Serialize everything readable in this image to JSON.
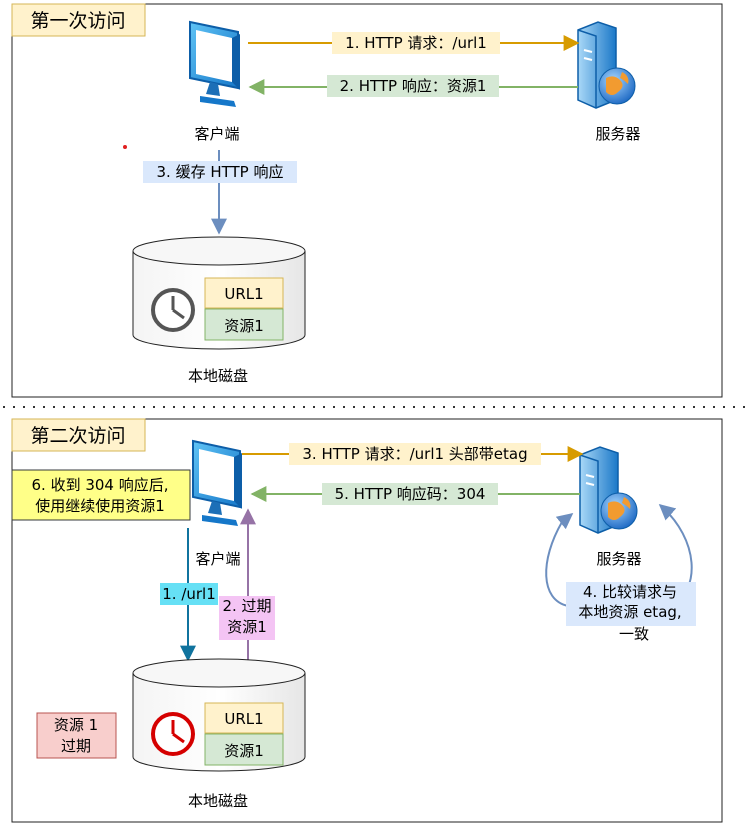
{
  "panel1": {
    "title": "第一次访问",
    "client": "客户端",
    "server": "服务器",
    "arrow_request": "1. HTTP 请求：/url1",
    "arrow_response": "2. HTTP 响应：资源1",
    "arrow_cache": "3. 缓存 HTTP 响应",
    "db_label": "本地磁盘",
    "db_row1": "URL1",
    "db_row2": "资源1"
  },
  "panel2": {
    "title": "第二次访问",
    "client": "客户端",
    "server": "服务器",
    "arrow_request": "3. HTTP 请求：/url1 头部带etag",
    "arrow_response": "5. HTTP 响应码：304",
    "arrow_lookup": "1. /url1",
    "arrow_expired_l1": "2. 过期",
    "arrow_expired_l2": "资源1",
    "note_l1": "6. 收到 304 响应后,",
    "note_l2": "使用继续使用资源1",
    "compare_l1": "4. 比较请求与",
    "compare_l2": "本地资源 etag,",
    "compare_l3": "一致",
    "expired_l1": "资源 1",
    "expired_l2": "过期",
    "db_label": "本地磁盘",
    "db_row1": "URL1",
    "db_row2": "资源1"
  },
  "colors": {
    "request_arrow": "#d79b00",
    "response_arrow": "#82b366",
    "cache_arrow": "#6c8ebf",
    "lookup_arrow": "#10739e",
    "expired_arrow": "#9673a6",
    "title_bg": "#fff2cc",
    "green_label_bg": "#d5e8d4",
    "blue_label_bg": "#dae8fc",
    "cyan_label_bg": "#66e0f5",
    "purple_label_bg": "#f4c4f4",
    "red_note_bg": "#f8cecc"
  }
}
